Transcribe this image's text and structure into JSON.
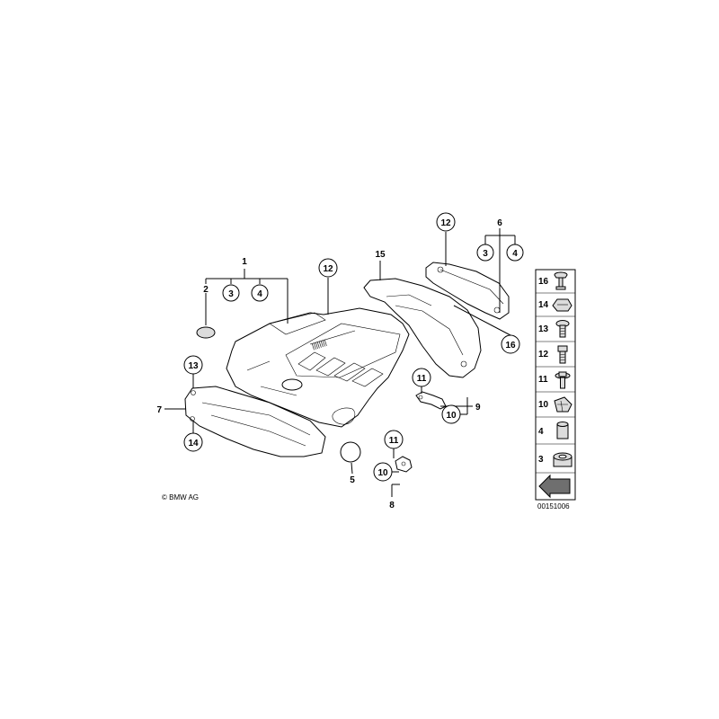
{
  "callouts": {
    "c1": "1",
    "c2": "2",
    "c3a": "3",
    "c4a": "4",
    "c12a": "12",
    "c15": "15",
    "c12b": "12",
    "c6": "6",
    "c3b": "3",
    "c4b": "4",
    "c16": "16",
    "c13": "13",
    "c7": "7",
    "c14": "14",
    "c11a": "11",
    "c9": "9",
    "c10a": "10",
    "c11b": "11",
    "c10b": "10",
    "c5": "5",
    "c8": "8"
  },
  "legend": {
    "items": [
      {
        "num": "16",
        "icon": "clip-rivet-icon"
      },
      {
        "num": "14",
        "icon": "clip-nut-icon"
      },
      {
        "num": "13",
        "icon": "screw-icon"
      },
      {
        "num": "12",
        "icon": "bolt-icon"
      },
      {
        "num": "11",
        "icon": "collar-screw-icon"
      },
      {
        "num": "10",
        "icon": "spring-nut-icon"
      },
      {
        "num": "4",
        "icon": "sleeve-icon"
      },
      {
        "num": "3",
        "icon": "rubber-grommet-icon"
      }
    ],
    "arrow_icon": "arrow-icon",
    "code": "00151006"
  },
  "copyright": "© BMW AG"
}
